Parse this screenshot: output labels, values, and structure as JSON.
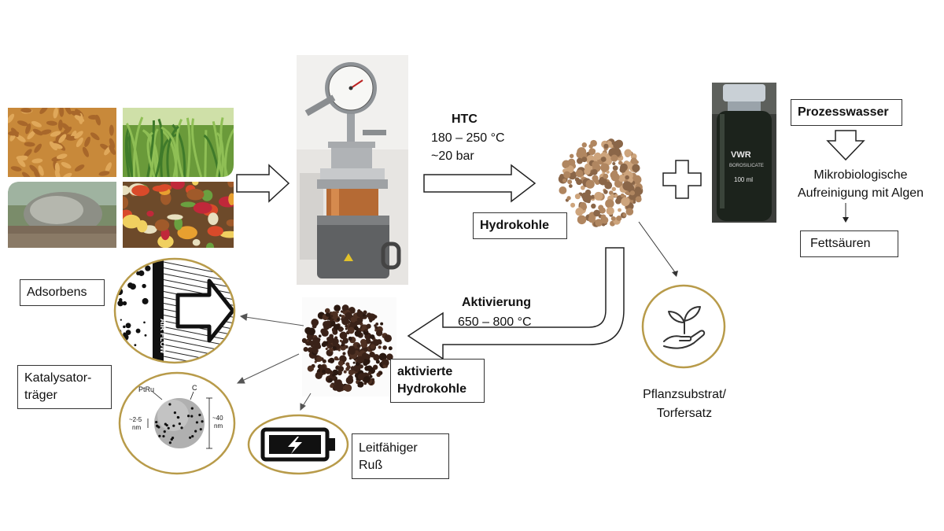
{
  "htc": {
    "title": "HTC",
    "temperature": "180 – 250 °C",
    "pressure": "~20 bar"
  },
  "aktivierung": {
    "title": "Aktivierung",
    "temperature": "650 – 800 °C"
  },
  "products": {
    "hydrokohle": "Hydrokohle",
    "prozesswasser": "Prozesswasser",
    "algae_line1": "Mikrobiologische",
    "algae_line2": "Aufreinigung mit Algen",
    "fettsaeuren": "Fettsäuren",
    "plant_line1": "Pflanzsubstrat/",
    "plant_line2": "Torfersatz",
    "activated_line1": "aktivierte",
    "activated_line2": "Hydrokohle"
  },
  "applications": {
    "adsorbens": "Adsorbens",
    "katalysator_line1": "Katalysator-",
    "katalysator_line2": "träger",
    "russ_line1": "Leitfähiger",
    "russ_line2": "Ruß"
  },
  "illustrations": {
    "air_flow": "AIR FLOW",
    "catalyst_ptru": "PtRu",
    "catalyst_c": "C",
    "catalyst_small": "~2-5",
    "catalyst_small_unit": "nm",
    "catalyst_large": "~40",
    "catalyst_large_unit": "nm",
    "bottle_brand": "VWR",
    "bottle_type": "BOROSILICATE",
    "bottle_volume": "100 ml"
  },
  "icons": [
    "plant-in-hand-icon",
    "battery-charging-icon",
    "plus-icon"
  ]
}
